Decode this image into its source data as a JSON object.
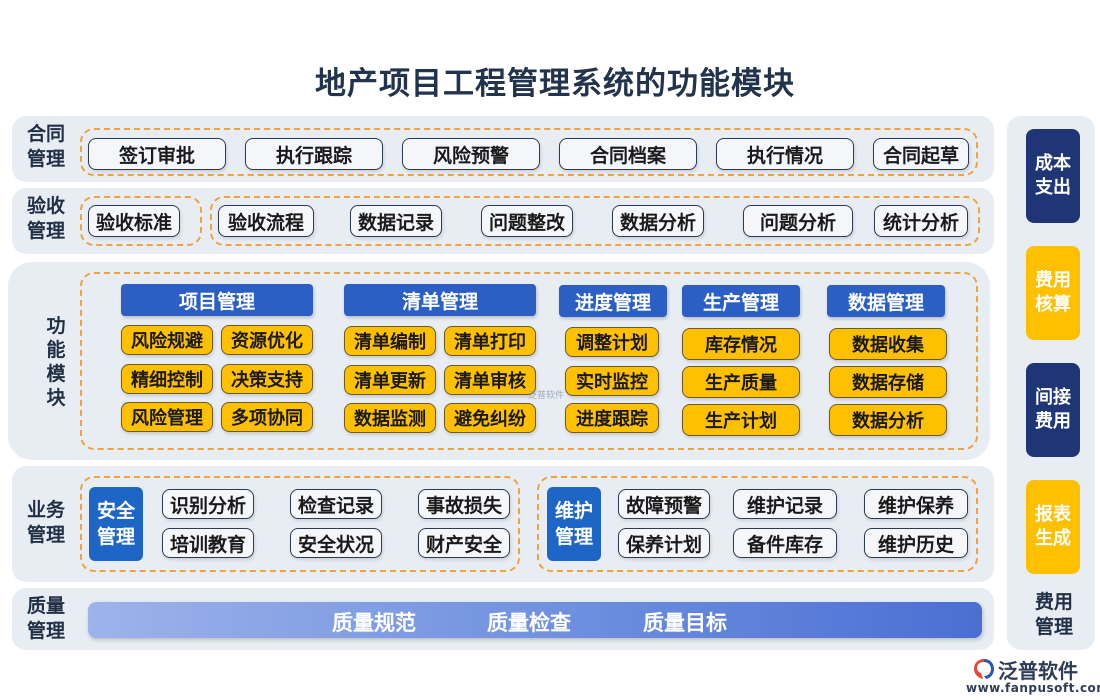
{
  "title": "地产项目工程管理系统的功能模块",
  "contract": {
    "label_line1": "合同",
    "label_line2": "管理",
    "items": [
      "签订审批",
      "执行跟踪",
      "风险预警",
      "合同档案",
      "执行情况",
      "合同起草"
    ]
  },
  "acceptance": {
    "label_line1": "验收",
    "label_line2": "管理",
    "first": "验收标准",
    "items": [
      "验收流程",
      "数据记录",
      "问题整改",
      "数据分析",
      "问题分析",
      "统计分析"
    ]
  },
  "function": {
    "label": [
      "功",
      "能",
      "模",
      "块"
    ],
    "project": {
      "header": "项目管理",
      "items": [
        "风险规避",
        "资源优化",
        "精细控制",
        "决策支持",
        "风险管理",
        "多项协同"
      ]
    },
    "list": {
      "header": "清单管理",
      "items": [
        "清单编制",
        "清单打印",
        "清单更新",
        "清单审核",
        "数据监测",
        "避免纠纷"
      ]
    },
    "progress": {
      "header": "进度管理",
      "items": [
        "调整计划",
        "实时监控",
        "进度跟踪"
      ]
    },
    "production": {
      "header": "生产管理",
      "items": [
        "库存情况",
        "生产质量",
        "生产计划"
      ]
    },
    "data": {
      "header": "数据管理",
      "items": [
        "数据收集",
        "数据存储",
        "数据分析"
      ]
    }
  },
  "business": {
    "label_line1": "业务",
    "label_line2": "管理",
    "safety": {
      "line1": "安全",
      "line2": "管理",
      "items": [
        "识别分析",
        "检查记录",
        "事故损失",
        "培训教育",
        "安全状况",
        "财产安全"
      ]
    },
    "maintenance": {
      "line1": "维护",
      "line2": "管理",
      "items": [
        "故障预警",
        "维护记录",
        "维护保养",
        "保养计划",
        "备件库存",
        "维护历史"
      ]
    }
  },
  "quality": {
    "label_line1": "质量",
    "label_line2": "管理",
    "items": [
      "质量规范",
      "质量检查",
      "质量目标"
    ]
  },
  "cost": {
    "boxes": [
      {
        "line1": "成本",
        "line2": "支出",
        "color": "#1e3676"
      },
      {
        "line1": "费用",
        "line2": "核算",
        "color": "#ffc000"
      },
      {
        "line1": "间接",
        "line2": "费用",
        "color": "#1e3676"
      },
      {
        "line1": "报表",
        "line2": "生成",
        "color": "#ffc000"
      }
    ],
    "label_line1": "费用",
    "label_line2": "管理"
  },
  "watermark": "泛普软件",
  "logo": {
    "name": "泛普软件",
    "url": "www.fanpusoft.com"
  }
}
